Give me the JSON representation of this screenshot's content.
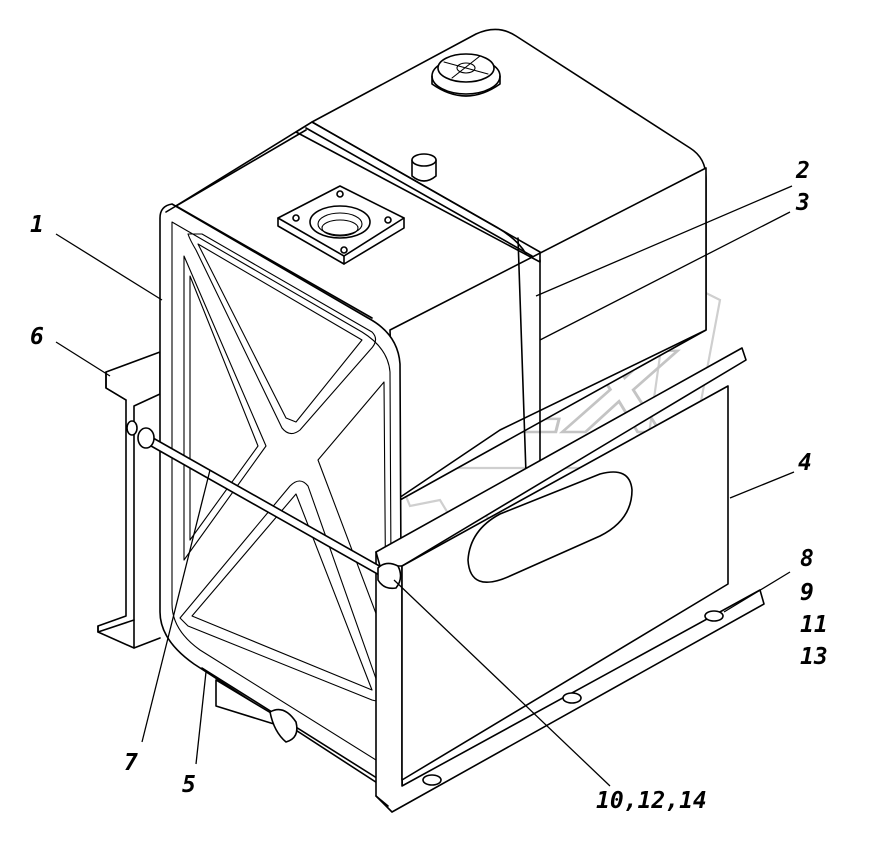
{
  "watermark": {
    "text": "OPEX"
  },
  "callouts": [
    {
      "id": "1",
      "label": "1"
    },
    {
      "id": "2",
      "label": "2"
    },
    {
      "id": "3",
      "label": "3"
    },
    {
      "id": "4",
      "label": "4"
    },
    {
      "id": "5",
      "label": "5"
    },
    {
      "id": "6",
      "label": "6"
    },
    {
      "id": "7",
      "label": "7"
    },
    {
      "id": "8",
      "label": "8"
    },
    {
      "id": "9",
      "label": "9"
    },
    {
      "id": "11",
      "label": "11"
    },
    {
      "id": "13",
      "label": "13"
    },
    {
      "id": "10",
      "label": "10,12,14"
    }
  ]
}
